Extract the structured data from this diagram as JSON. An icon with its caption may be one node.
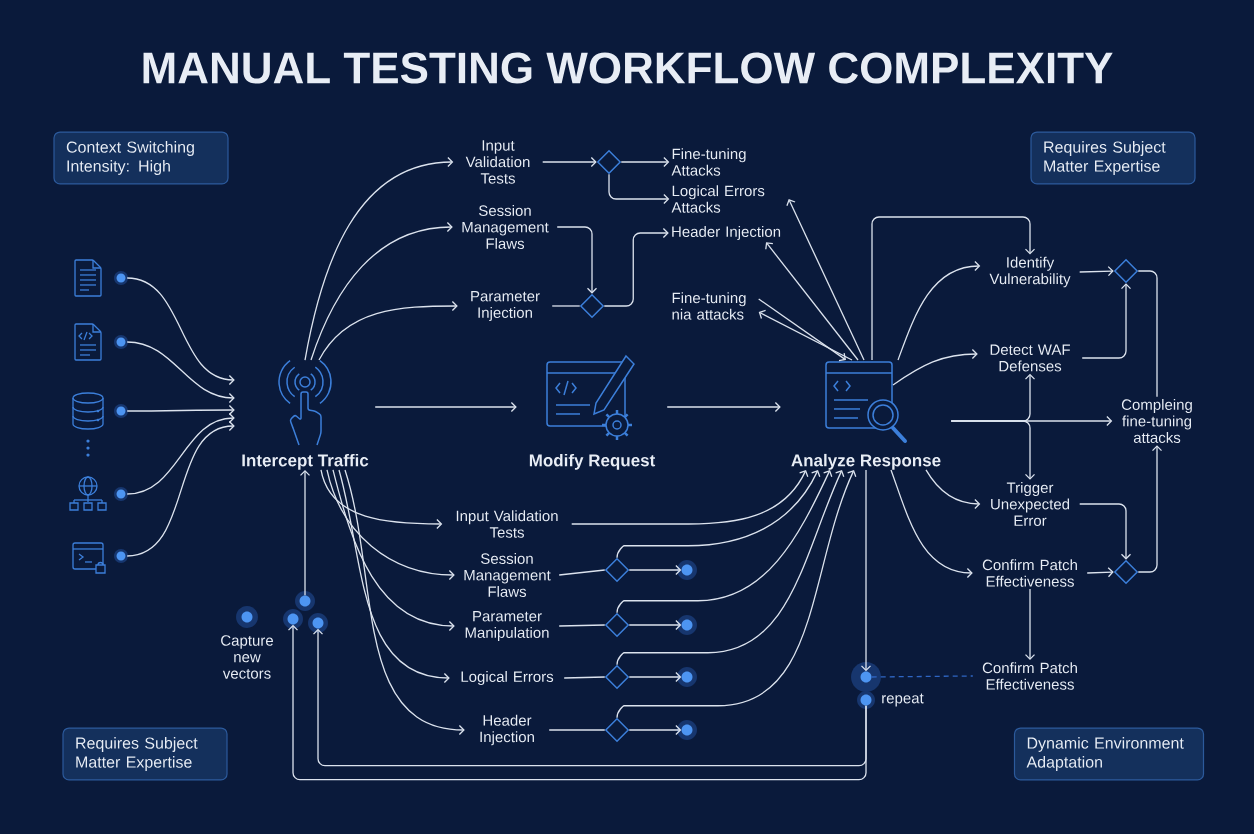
{
  "diagram": {
    "title": "MANUAL TESTING WORKFLOW COMPLEXITY",
    "nodes": [
      {
        "text": [
          "Context Switching Intensity: High"
        ]
      },
      {
        "text": [
          "Requires Subject Matter Expertise"
        ]
      },
      {
        "text": [
          "Requires Subject Matter Expertise"
        ]
      },
      {
        "text": [
          "Dynamic Environment Adaptation"
        ]
      },
      {
        "text": [],
        "shape": "document"
      },
      {
        "text": [],
        "shape": "document"
      },
      {
        "text": [],
        "shape": "cylinder"
      },
      {
        "text": [],
        "shape": "network"
      },
      {
        "text": [],
        "shape": "terminal"
      },
      {
        "text": [
          "Intercept Traffic"
        ]
      },
      {
        "text": [
          "Modify Request"
        ]
      },
      {
        "text": [
          "Analyze Response"
        ]
      },
      {
        "text": [
          "Input Validation Tests"
        ]
      },
      {
        "text": [
          "Session Management Flaws"
        ]
      },
      {
        "text": [
          "Parameter Injection"
        ]
      },
      {
        "text": [],
        "shape": "diamond"
      },
      {
        "text": [],
        "shape": "diamond"
      },
      {
        "text": [
          "Fine-tuning Attacks"
        ]
      },
      {
        "text": [
          "Logical Errors Attacks"
        ]
      },
      {
        "text": [
          "Header Injection"
        ]
      },
      {
        "text": [
          "Fine-tuning nia attacks"
        ]
      },
      {
        "text": [
          "Identify Vulnerability"
        ]
      },
      {
        "text": [
          "Detect WAF Defenses"
        ]
      },
      {
        "text": [
          "Compleing fine-tuning attacks"
        ]
      },
      {
        "text": [
          "Trigger Unexpected Error"
        ]
      },
      {
        "text": [
          "Confirm Patch Effectiveness"
        ]
      },
      {
        "text": [],
        "shape": "diamond"
      },
      {
        "text": [],
        "shape": "diamond"
      },
      {
        "text": [
          "Confirm Patch Effectiveness"
        ]
      },
      {
        "text": [],
        "shape": "circle"
      },
      {
        "text": [],
        "shape": "circle",
        "beside": [
          "repeat"
        ]
      },
      {
        "text": [
          "Input Validation Tests"
        ]
      },
      {
        "text": [
          "Session Management Flaws"
        ]
      },
      {
        "text": [
          "Parameter Manipulation"
        ]
      },
      {
        "text": [
          "Logical Errors"
        ]
      },
      {
        "text": [
          "Header Injection"
        ]
      },
      {
        "text": [],
        "shape": "diamond"
      },
      {
        "text": [],
        "shape": "diamond"
      },
      {
        "text": [],
        "shape": "diamond"
      },
      {
        "text": [],
        "shape": "diamond"
      },
      {
        "text": [],
        "shape": "circle"
      },
      {
        "text": [],
        "shape": "circle"
      },
      {
        "text": [],
        "shape": "circle"
      },
      {
        "text": [],
        "shape": "circle"
      },
      {
        "text": [],
        "shape": "circle",
        "beside": [
          "Capture new vectors"
        ]
      },
      {
        "text": [],
        "shape": "circle"
      },
      {
        "text": [],
        "shape": "circle"
      },
      {
        "text": [],
        "shape": "circle"
      }
    ],
    "edges": [
      {
        "from": 4,
        "to": 9,
        "arrow": "to"
      },
      {
        "from": 5,
        "to": 9,
        "arrow": "to"
      },
      {
        "from": 6,
        "to": 9,
        "arrow": "to"
      },
      {
        "from": 7,
        "to": 9,
        "arrow": "to"
      },
      {
        "from": 8,
        "to": 9,
        "arrow": "to"
      },
      {
        "from": 9,
        "to": 10,
        "arrow": "to"
      },
      {
        "from": 10,
        "to": 11,
        "arrow": "to"
      },
      {
        "from": 9,
        "to": 12,
        "arrow": "to"
      },
      {
        "from": 9,
        "to": 13,
        "arrow": "to"
      },
      {
        "from": 9,
        "to": 14,
        "arrow": "to"
      },
      {
        "from": 12,
        "to": 15,
        "arrow": "to"
      },
      {
        "from": 15,
        "to": 17,
        "arrow": "to"
      },
      {
        "from": 15,
        "to": 18,
        "arrow": "to"
      },
      {
        "from": 13,
        "to": 16,
        "arrow": "to"
      },
      {
        "from": 14,
        "to": 16,
        "arrow": "none"
      },
      {
        "from": 16,
        "to": 19,
        "arrow": "to"
      },
      {
        "from": 11,
        "to": 18,
        "arrow": "to"
      },
      {
        "from": 11,
        "to": 19,
        "arrow": "to"
      },
      {
        "from": 11,
        "to": 20,
        "arrow": "to"
      },
      {
        "from": 20,
        "to": 11,
        "arrow": "to"
      },
      {
        "from": 11,
        "to": 21,
        "arrow": "to"
      },
      {
        "from": 11,
        "to": 21,
        "arrow": "to"
      },
      {
        "from": 21,
        "to": 26,
        "arrow": "to"
      },
      {
        "from": 11,
        "to": 22,
        "arrow": "to"
      },
      {
        "from": 22,
        "to": 26,
        "arrow": "to"
      },
      {
        "from": 11,
        "to": 23,
        "arrow": "to"
      },
      {
        "from": 11,
        "to": 22,
        "arrow": "to"
      },
      {
        "from": 11,
        "to": 24,
        "arrow": "to"
      },
      {
        "from": 11,
        "to": 24,
        "arrow": "to"
      },
      {
        "from": 11,
        "to": 25,
        "arrow": "to"
      },
      {
        "from": 24,
        "to": 27,
        "arrow": "to"
      },
      {
        "from": 25,
        "to": 27,
        "arrow": "to"
      },
      {
        "from": 27,
        "to": 23,
        "arrow": "to"
      },
      {
        "from": 26,
        "to": 23,
        "arrow": "none"
      },
      {
        "from": 25,
        "to": 28,
        "arrow": "to"
      },
      {
        "from": 11,
        "to": 29,
        "arrow": "to"
      },
      {
        "from": 29,
        "to": 28,
        "arrow": "none",
        "style": "dashed",
        "color": "#2f66c4"
      },
      {
        "from": 30,
        "to": 46,
        "arrow": "to"
      },
      {
        "from": 30,
        "to": 47,
        "arrow": "to"
      },
      {
        "from": 45,
        "to": 9,
        "arrow": "to"
      },
      {
        "from": 9,
        "to": 31,
        "arrow": "to"
      },
      {
        "from": 9,
        "to": 32,
        "arrow": "to"
      },
      {
        "from": 9,
        "to": 33,
        "arrow": "to"
      },
      {
        "from": 9,
        "to": 34,
        "arrow": "to"
      },
      {
        "from": 9,
        "to": 35,
        "arrow": "to"
      },
      {
        "from": 31,
        "to": 11,
        "arrow": "to"
      },
      {
        "from": 32,
        "to": 36,
        "arrow": "none"
      },
      {
        "from": 36,
        "to": 40,
        "arrow": "to"
      },
      {
        "from": 36,
        "to": 11,
        "arrow": "to"
      },
      {
        "from": 33,
        "to": 37,
        "arrow": "none"
      },
      {
        "from": 37,
        "to": 41,
        "arrow": "to"
      },
      {
        "from": 37,
        "to": 11,
        "arrow": "to"
      },
      {
        "from": 34,
        "to": 38,
        "arrow": "none"
      },
      {
        "from": 38,
        "to": 42,
        "arrow": "to"
      },
      {
        "from": 38,
        "to": 11,
        "arrow": "to"
      },
      {
        "from": 35,
        "to": 39,
        "arrow": "none"
      },
      {
        "from": 39,
        "to": 43,
        "arrow": "to"
      },
      {
        "from": 39,
        "to": 11,
        "arrow": "to"
      }
    ]
  }
}
